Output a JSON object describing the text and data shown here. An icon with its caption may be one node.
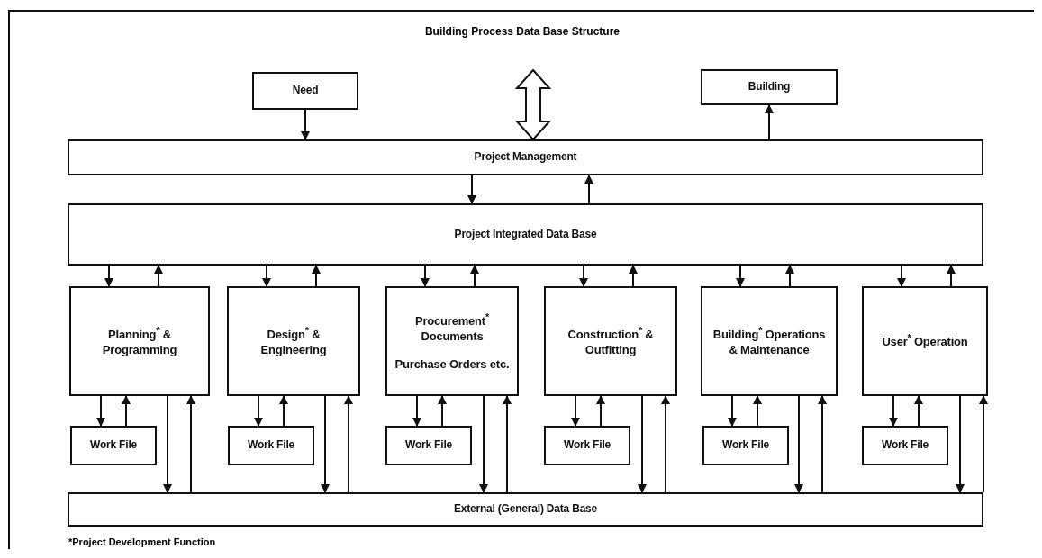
{
  "diagram": {
    "title": "Building Process Data Base Structure",
    "nodes": [
      {
        "text": [
          "Need"
        ]
      },
      {
        "text": [
          "Building"
        ]
      },
      {
        "text": [
          "Project Management"
        ]
      },
      {
        "text": [
          "Project Integrated Data Base"
        ]
      },
      {
        "text": [
          "Planning$^{*}$ & Programming"
        ]
      },
      {
        "text": [
          "Design$^{*}$ & Engineering"
        ]
      },
      {
        "text": [
          "Procurement$^{*}$ Documents",
          "Purchase Orders etc."
        ]
      },
      {
        "text": [
          "Construction$^{*}$ & Outfitting"
        ]
      },
      {
        "text": [
          "Building$^{*}$ Operations & Maintenance"
        ]
      },
      {
        "text": [
          "User$^{*}$ Operation"
        ]
      },
      {
        "text": [
          "Work File"
        ]
      },
      {
        "text": [
          "Work File"
        ]
      },
      {
        "text": [
          "Work File"
        ]
      },
      {
        "text": [
          "Work File"
        ]
      },
      {
        "text": [
          "Work File"
        ]
      },
      {
        "text": [
          "Work File"
        ]
      },
      {
        "text": [
          "External (General) Data Base"
        ]
      }
    ],
    "edges": [
      {
        "from": 0,
        "to": 2,
        "arrow": "to"
      },
      {
        "from": 2,
        "to": 1,
        "arrow": "to"
      },
      {
        "from": null,
        "to": 2,
        "arrow": "both",
        "style": "thick"
      },
      {
        "from": 2,
        "to": 3,
        "arrow": "to"
      },
      {
        "from": 3,
        "to": 2,
        "arrow": "to"
      },
      {
        "from": 3,
        "to": 4,
        "arrow": "to"
      },
      {
        "from": 4,
        "to": 3,
        "arrow": "to"
      },
      {
        "from": 4,
        "to": 10,
        "arrow": "to"
      },
      {
        "from": 10,
        "to": 4,
        "arrow": "to"
      },
      {
        "from": 4,
        "to": 16,
        "arrow": "to"
      },
      {
        "from": 16,
        "to": 4,
        "arrow": "to"
      },
      {
        "from": 3,
        "to": 5,
        "arrow": "to"
      },
      {
        "from": 5,
        "to": 3,
        "arrow": "to"
      },
      {
        "from": 5,
        "to": 11,
        "arrow": "to"
      },
      {
        "from": 11,
        "to": 5,
        "arrow": "to"
      },
      {
        "from": 5,
        "to": 16,
        "arrow": "to"
      },
      {
        "from": 16,
        "to": 5,
        "arrow": "to"
      },
      {
        "from": 3,
        "to": 6,
        "arrow": "to"
      },
      {
        "from": 6,
        "to": 3,
        "arrow": "to"
      },
      {
        "from": 6,
        "to": 12,
        "arrow": "to"
      },
      {
        "from": 12,
        "to": 6,
        "arrow": "to"
      },
      {
        "from": 6,
        "to": 16,
        "arrow": "to"
      },
      {
        "from": 16,
        "to": 6,
        "arrow": "to"
      },
      {
        "from": 3,
        "to": 7,
        "arrow": "to"
      },
      {
        "from": 7,
        "to": 3,
        "arrow": "to"
      },
      {
        "from": 7,
        "to": 13,
        "arrow": "to"
      },
      {
        "from": 13,
        "to": 7,
        "arrow": "to"
      },
      {
        "from": 7,
        "to": 16,
        "arrow": "to"
      },
      {
        "from": 16,
        "to": 7,
        "arrow": "to"
      },
      {
        "from": 3,
        "to": 8,
        "arrow": "to"
      },
      {
        "from": 8,
        "to": 3,
        "arrow": "to"
      },
      {
        "from": 8,
        "to": 14,
        "arrow": "to"
      },
      {
        "from": 14,
        "to": 8,
        "arrow": "to"
      },
      {
        "from": 8,
        "to": 16,
        "arrow": "to"
      },
      {
        "from": 16,
        "to": 8,
        "arrow": "to"
      },
      {
        "from": 3,
        "to": 9,
        "arrow": "to"
      },
      {
        "from": 9,
        "to": 3,
        "arrow": "to"
      },
      {
        "from": 9,
        "to": 15,
        "arrow": "to"
      },
      {
        "from": 15,
        "to": 9,
        "arrow": "to"
      },
      {
        "from": 9,
        "to": 16,
        "arrow": "to"
      },
      {
        "from": 16,
        "to": 9,
        "arrow": "to"
      }
    ],
    "labels": [
      "*Project Development Function"
    ]
  }
}
